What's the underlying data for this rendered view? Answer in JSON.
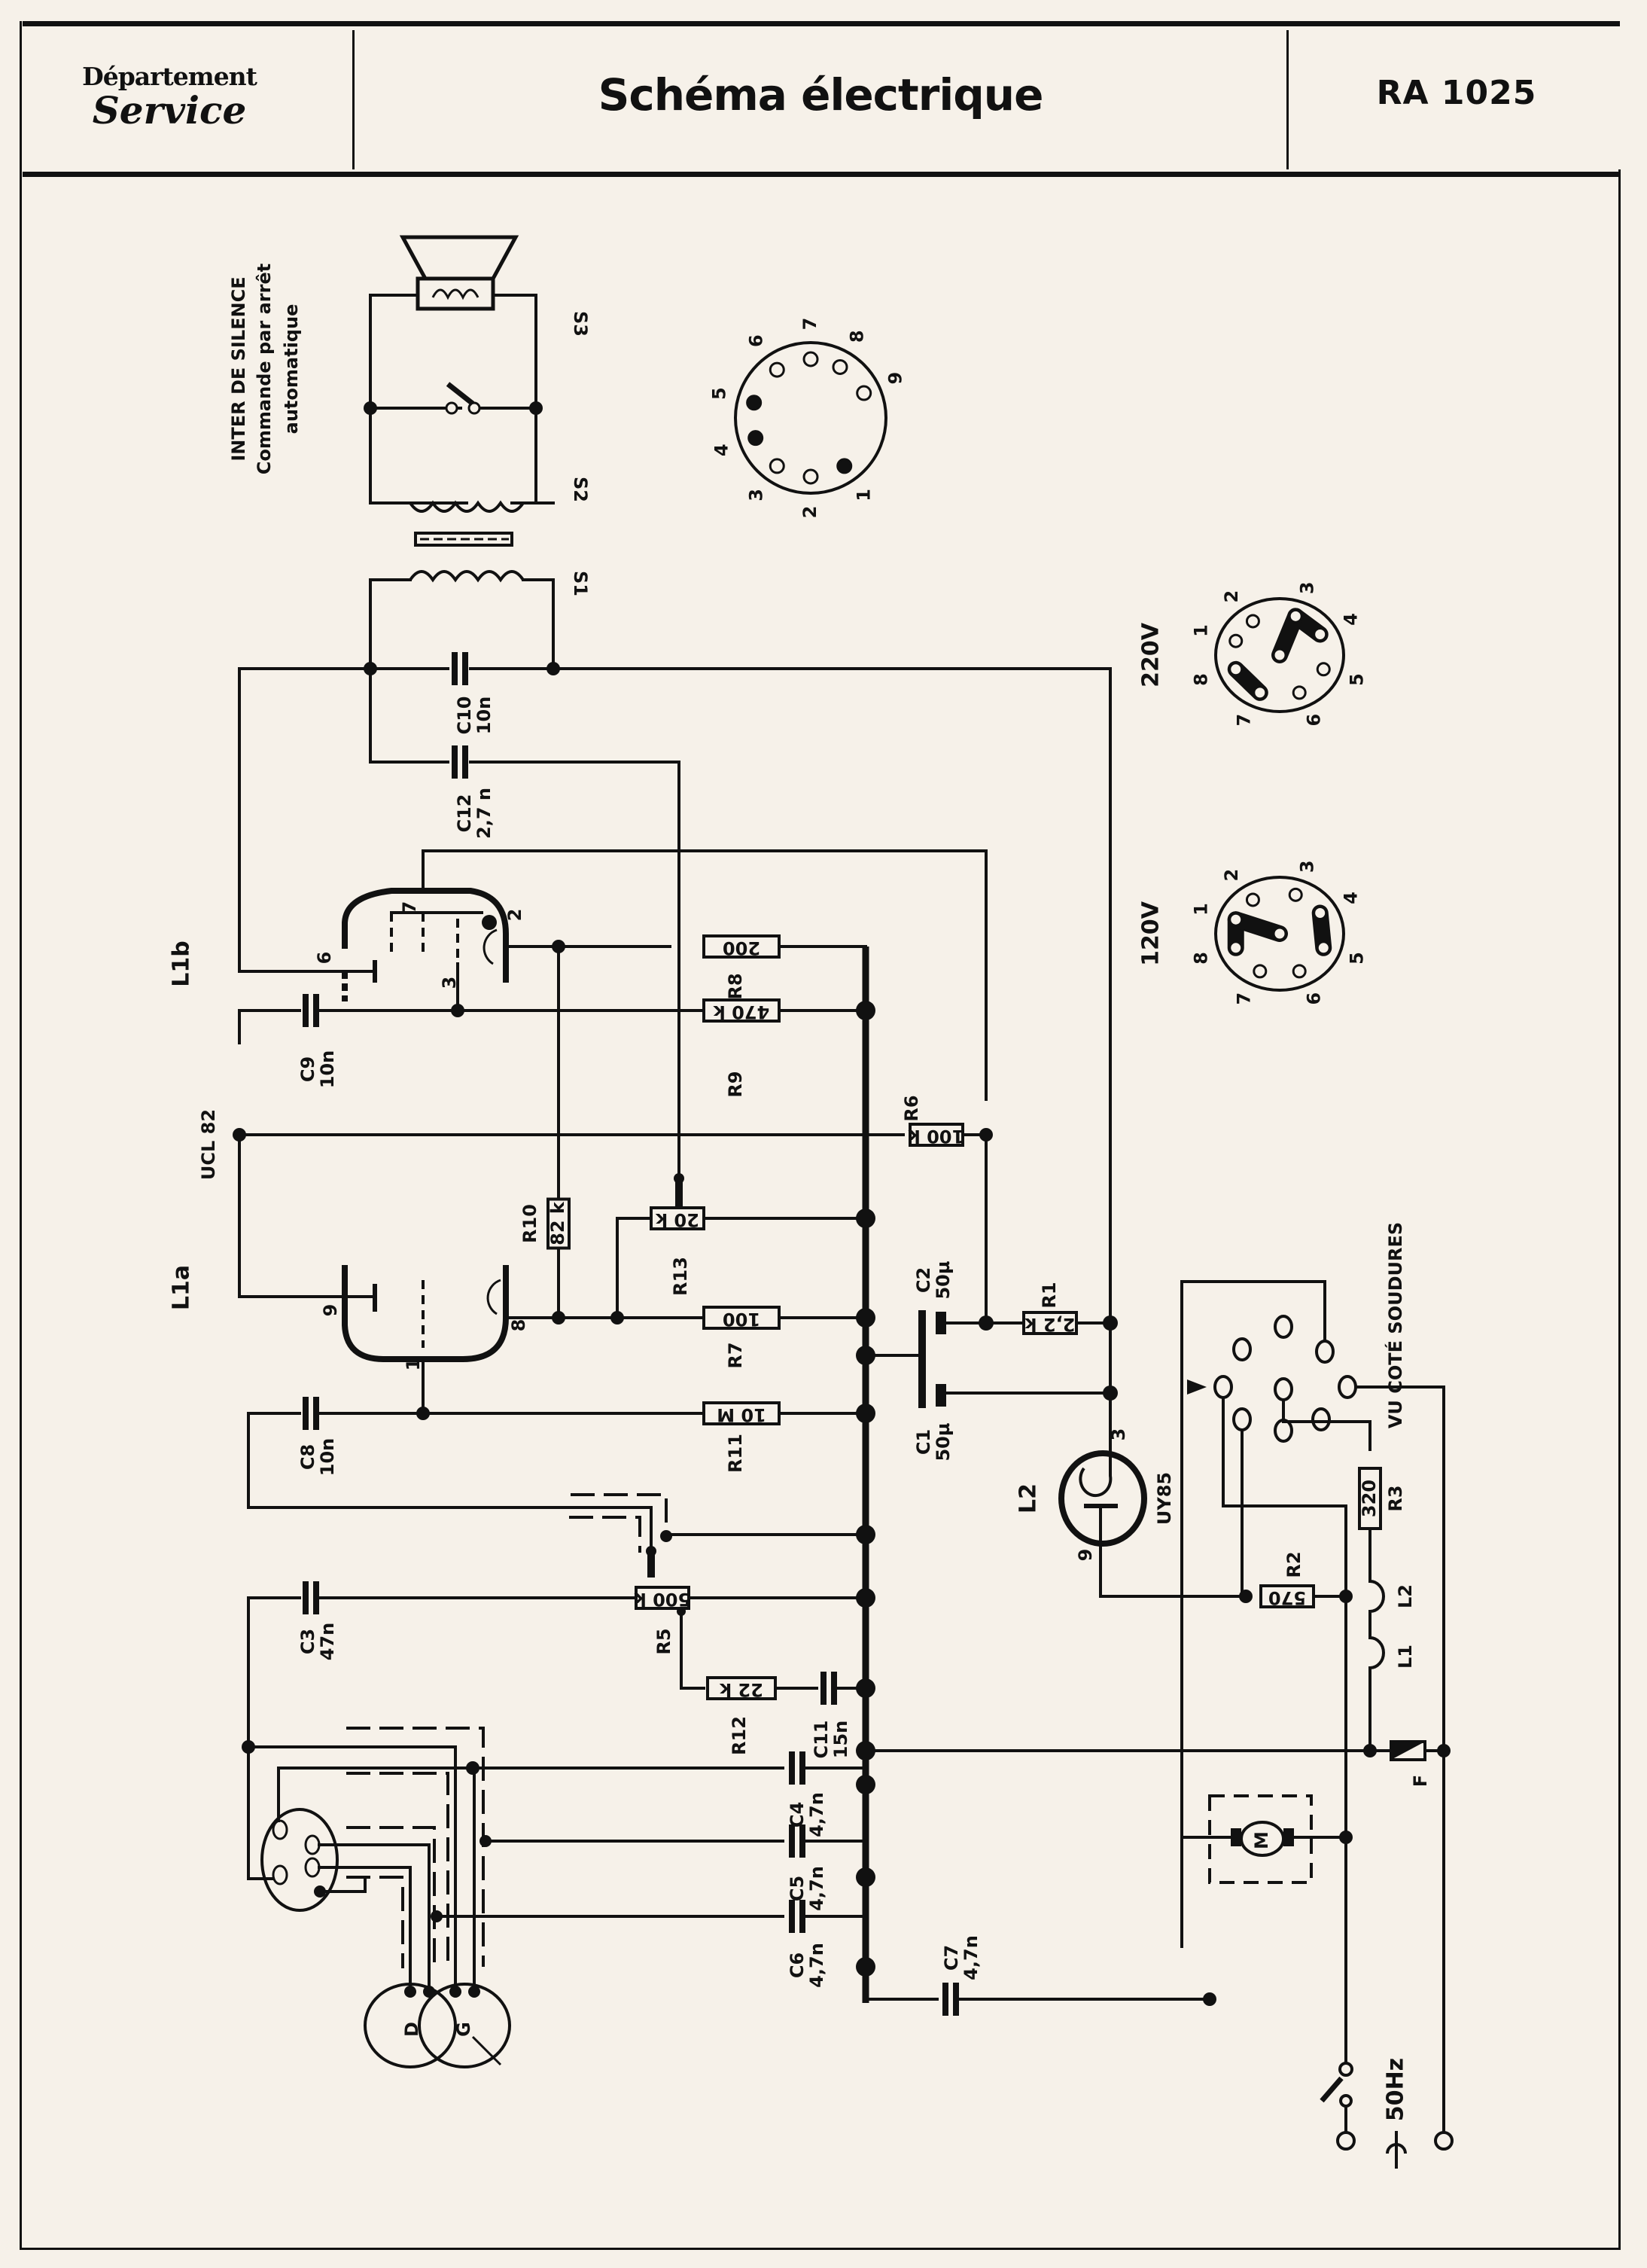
{
  "header": {
    "department_line1": "Département",
    "department_line2": "Service",
    "title": "Schéma électrique",
    "document_number": "RA 1025"
  },
  "notes": {
    "silence_switch": [
      "INTER DE SILENCE",
      "Commande par arrêt",
      "automatique"
    ],
    "solder_side": "VU COTÉ SOUDURES",
    "mains": "50Hz",
    "mains_symbol": "ac-source-icon"
  },
  "tubes": {
    "L1_name": "UCL 82",
    "L1a": "L1a",
    "L1b": "L1b",
    "L2": "L2",
    "L2_type": "UY85",
    "L1b_pins": [
      "6",
      "7",
      "2",
      "3"
    ],
    "L1a_pins": [
      "9",
      "8",
      "1"
    ],
    "L2_pins": [
      "3",
      "9"
    ]
  },
  "output_transformer": {
    "windings": [
      "S1",
      "S2",
      "S3"
    ],
    "speaker": "speaker-icon"
  },
  "tube_socket_diagram": {
    "pins": [
      "1",
      "2",
      "3",
      "4",
      "5",
      "6",
      "7",
      "8",
      "9"
    ],
    "filled_pins": [
      "1",
      "4",
      "5"
    ]
  },
  "voltage_selector": [
    {
      "label": "220V",
      "pins": [
        "1",
        "2",
        "3",
        "4",
        "5",
        "6",
        "7",
        "8"
      ],
      "bridges": [
        "3-4 + center",
        "7-8"
      ]
    },
    {
      "label": "120V",
      "pins": [
        "1",
        "2",
        "3",
        "4",
        "5",
        "6",
        "7",
        "8"
      ],
      "bridges": [
        "1-8 + center",
        "4-5"
      ]
    }
  ],
  "resistors": [
    {
      "ref": "R1",
      "value": "2,2 k"
    },
    {
      "ref": "R2",
      "value": "570"
    },
    {
      "ref": "R3",
      "value": "320"
    },
    {
      "ref": "R5",
      "value": "500 k"
    },
    {
      "ref": "R6",
      "value": "100 k"
    },
    {
      "ref": "R7",
      "value": "100"
    },
    {
      "ref": "R8",
      "value": "200"
    },
    {
      "ref": "R9",
      "value": "470 k"
    },
    {
      "ref": "R10",
      "value": "82 k"
    },
    {
      "ref": "R11",
      "value": "10 M"
    },
    {
      "ref": "R12",
      "value": "22 k"
    },
    {
      "ref": "R13",
      "value": "20 k"
    }
  ],
  "capacitors": [
    {
      "ref": "C1",
      "value": "50µ"
    },
    {
      "ref": "C2",
      "value": "50µ"
    },
    {
      "ref": "C3",
      "value": "47n"
    },
    {
      "ref": "C4",
      "value": "4,7n"
    },
    {
      "ref": "C5",
      "value": "4,7n"
    },
    {
      "ref": "C6",
      "value": "4,7n"
    },
    {
      "ref": "C7",
      "value": "4,7n"
    },
    {
      "ref": "C8",
      "value": "10n"
    },
    {
      "ref": "C9",
      "value": "10n"
    },
    {
      "ref": "C10",
      "value": "10n"
    },
    {
      "ref": "C11",
      "value": "15n"
    },
    {
      "ref": "C12",
      "value": "2,7 n"
    }
  ],
  "inductors": [
    "L1",
    "L2"
  ],
  "fuse": "F",
  "motor": "M",
  "pickup": {
    "left": "D",
    "right": "G"
  }
}
